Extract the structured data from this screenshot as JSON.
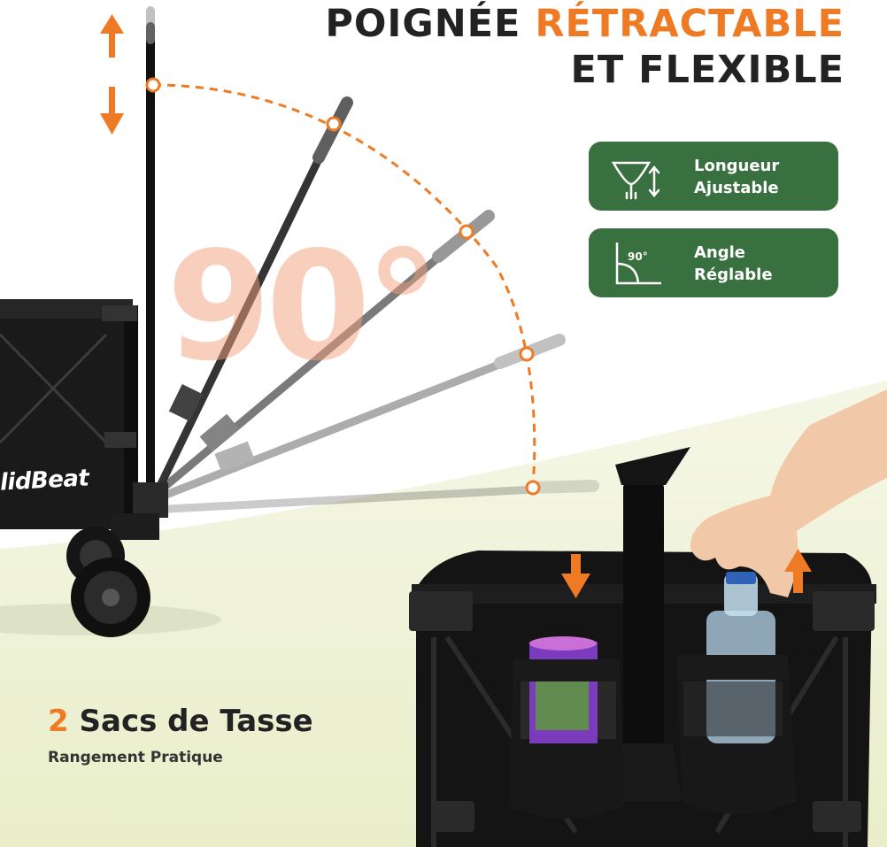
{
  "headline": {
    "line1_a": "POIGNÉE ",
    "line1_b": "RÉTRACTABLE",
    "line2": "ET FLEXIBLE"
  },
  "features": [
    {
      "line1": "Longueur",
      "line2": "Ajustable",
      "icon": "adjustable-handle-icon"
    },
    {
      "line1": "Angle",
      "line2": "Réglable",
      "icon": "right-angle-icon",
      "icon_text": "90°"
    }
  ],
  "angle_label": "90°",
  "cups": {
    "number": "2",
    "title": " Sacs de Tasse",
    "subtitle": "Rangement Pratique"
  },
  "brand": "lidBeat",
  "colors": {
    "accent": "#ee7a24",
    "green": "#38703f",
    "dark": "#222222",
    "lime_bg": "#eff2d4"
  }
}
